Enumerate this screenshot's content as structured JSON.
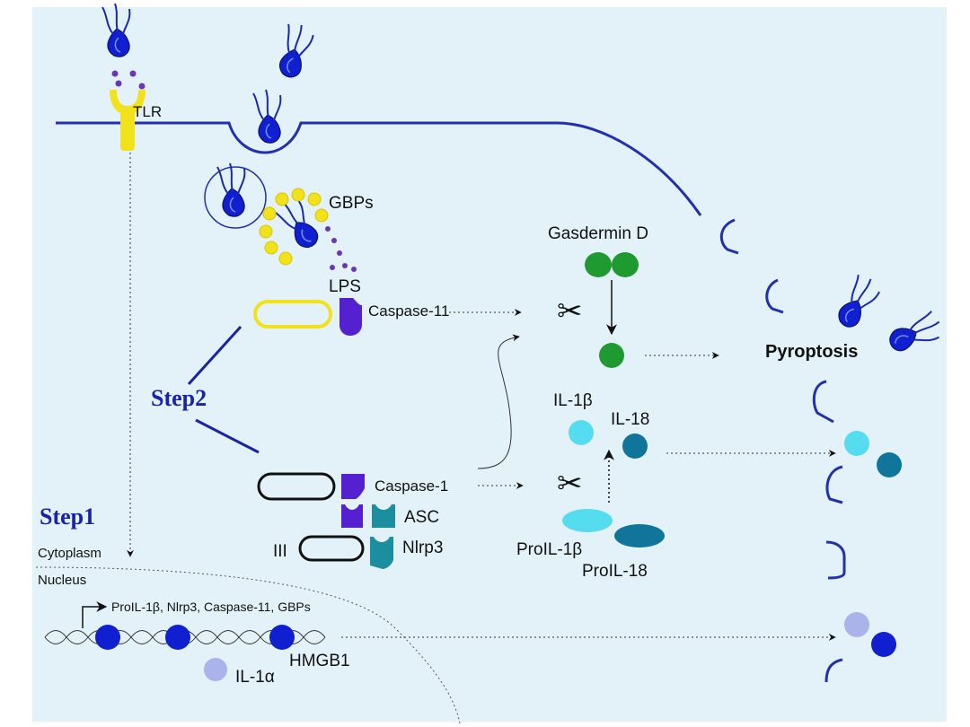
{
  "labels": {
    "tlr": "TLR",
    "gbps": "GBPs",
    "lps": "LPS",
    "caspase11": "Caspase-11",
    "caspase1": "Caspase-1",
    "asc": "ASC",
    "nlrp3": "Nlrp3",
    "gasdermin": "Gasdermin D",
    "pyroptosis": "Pyroptosis",
    "il1b": "IL-1β",
    "il18": "IL-18",
    "proil1b": "ProIL-1β",
    "proil18": "ProIL-18",
    "step1": "Step1",
    "step2": "Step2",
    "cytoplasm": "Cytoplasm",
    "nucleus": "Nucleus",
    "genes": "ProIL-1β, Nlrp3, Caspase-11, GBPs",
    "hmgb1": "HMGB1",
    "il1a": "IL-1α",
    "ticks": "III"
  },
  "colors": {
    "background": "#e3f2f9",
    "membrane": "#2230b0",
    "bacteria": "#1020d0",
    "tlr": "#f2e21c",
    "gbp": "#f2e21c",
    "lps_dot": "#6a35b8",
    "caspase": "#5520d0",
    "asc_nlrp3": "#1b8fa0",
    "gasdermin": "#1e9a30",
    "il1b": "#55dcef",
    "il18": "#10759a",
    "hmgb1": "#1020d0",
    "il1a": "#aab4ea",
    "step_text": "#1a22a8"
  }
}
